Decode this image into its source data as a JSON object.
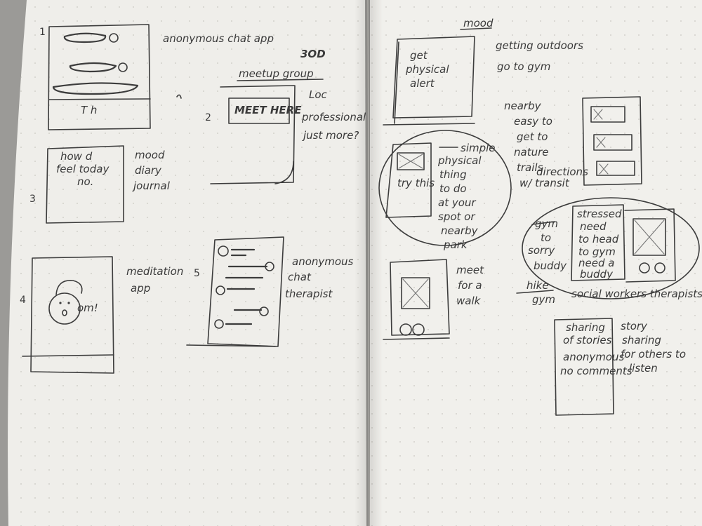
{
  "colors": {
    "paper_left": "#efeeea",
    "paper_right": "#f1f0ec",
    "ink": "#3c3c3c",
    "backdrop": "#9b9a97",
    "dot": "#c9c7c1"
  },
  "left_page": {
    "sketch1": {
      "number": "1",
      "note": "anonymous chat app",
      "tab_letters": "T h"
    },
    "sketch_meet": {
      "number": "2",
      "header_tag": "3OD",
      "header": "meetup group",
      "button": "MEET HERE",
      "note_lines": [
        "Loc",
        "professional",
        "just more?"
      ]
    },
    "sketch3": {
      "number": "3",
      "screen_lines": [
        "how d",
        "feel today",
        "no."
      ],
      "note_lines": [
        "mood",
        "diary",
        "journal"
      ]
    },
    "sketch4": {
      "number": "4",
      "face_text": "om!",
      "note_lines": [
        "meditation",
        "app"
      ]
    },
    "sketch5": {
      "number": "5",
      "note_lines": [
        "anonymous",
        "chat",
        "therapist"
      ]
    }
  },
  "right_page": {
    "sketch_outdoors": {
      "header_tag": "mood",
      "screen_lines": [
        "get",
        "physical",
        "alert"
      ],
      "note_lines": [
        "getting outdoors",
        "go to gym"
      ]
    },
    "sketch_nearby": {
      "note_lines": [
        "nearby",
        "easy to",
        "get to",
        "nature",
        "trails",
        "w/ transit",
        "directions"
      ]
    },
    "sketch_physical": {
      "screen_text": "try this",
      "note_lines": [
        "simple",
        "physical",
        "thing",
        "to do",
        "at your",
        "spot or",
        "nearby",
        "park"
      ]
    },
    "sketch_buddy": {
      "left_lines": [
        "gym",
        "to",
        "sorry",
        "buddy"
      ],
      "screen_lines": [
        "stressed",
        "need",
        "to head",
        "to gym",
        "need a",
        "buddy"
      ],
      "under_left": [
        "hike",
        "gym"
      ],
      "under_right": "social workers   therapists   that love hiking/outdoors"
    },
    "sketch_walk": {
      "note_lines": [
        "meet",
        "for a",
        "walk"
      ]
    },
    "sketch_stories": {
      "screen_lines": [
        "sharing",
        "of stories",
        "anonymous",
        "no comments"
      ],
      "note_lines": [
        "story",
        "sharing",
        "for others to",
        "listen"
      ]
    }
  }
}
